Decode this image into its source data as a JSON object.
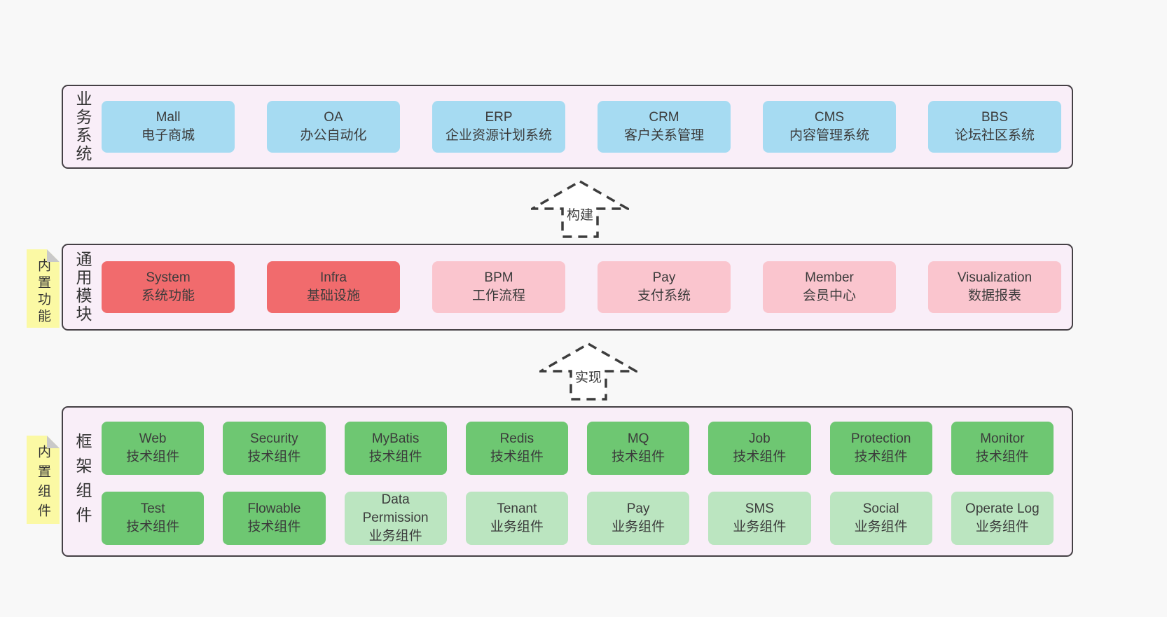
{
  "colors": {
    "page_bg": "#f8f8f8",
    "panel_bg": "#f9eef8",
    "panel_border": "#454045",
    "box_blue": "#a6dbf2",
    "box_red": "#f16b6d",
    "box_pink": "#fac5ce",
    "box_green": "#6ec772",
    "box_green_light": "#bbe5c0",
    "note_yellow": "#fbf9a4",
    "note_fold": "#c9c9c9",
    "text": "#3b3b3b",
    "arrow": "#3d3d3d"
  },
  "arrows": [
    {
      "label": "构建"
    },
    {
      "label": "实现"
    }
  ],
  "sections": [
    {
      "label": "业务系统",
      "boxes": [
        {
          "title": "Mall",
          "subtitle": "电子商城"
        },
        {
          "title": "OA",
          "subtitle": "办公自动化"
        },
        {
          "title": "ERP",
          "subtitle": "企业资源计划系统"
        },
        {
          "title": "CRM",
          "subtitle": "客户关系管理"
        },
        {
          "title": "CMS",
          "subtitle": "内容管理系统"
        },
        {
          "title": "BBS",
          "subtitle": "论坛社区系统"
        }
      ]
    },
    {
      "label": "通用模块",
      "note": "内置功能",
      "boxes": [
        {
          "title": "System",
          "subtitle": "系统功能"
        },
        {
          "title": "Infra",
          "subtitle": "基础设施"
        },
        {
          "title": "BPM",
          "subtitle": "工作流程"
        },
        {
          "title": "Pay",
          "subtitle": "支付系统"
        },
        {
          "title": "Member",
          "subtitle": "会员中心"
        },
        {
          "title": "Visualization",
          "subtitle": "数据报表"
        }
      ]
    },
    {
      "label": "框架组件",
      "note": "内置组件",
      "row1": [
        {
          "title": "Web",
          "subtitle": "技术组件"
        },
        {
          "title": "Security",
          "subtitle": "技术组件"
        },
        {
          "title": "MyBatis",
          "subtitle": "技术组件"
        },
        {
          "title": "Redis",
          "subtitle": "技术组件"
        },
        {
          "title": "MQ",
          "subtitle": "技术组件"
        },
        {
          "title": "Job",
          "subtitle": "技术组件"
        },
        {
          "title": "Protection",
          "subtitle": "技术组件"
        },
        {
          "title": "Monitor",
          "subtitle": "技术组件"
        }
      ],
      "row2": [
        {
          "title": "Test",
          "subtitle": "技术组件"
        },
        {
          "title": "Flowable",
          "subtitle": "技术组件"
        },
        {
          "title": "Data Permission",
          "subtitle": "业务组件"
        },
        {
          "title": "Tenant",
          "subtitle": "业务组件"
        },
        {
          "title": "Pay",
          "subtitle": "业务组件"
        },
        {
          "title": "SMS",
          "subtitle": "业务组件"
        },
        {
          "title": "Social",
          "subtitle": "业务组件"
        },
        {
          "title": "Operate Log",
          "subtitle": "业务组件"
        }
      ]
    }
  ]
}
